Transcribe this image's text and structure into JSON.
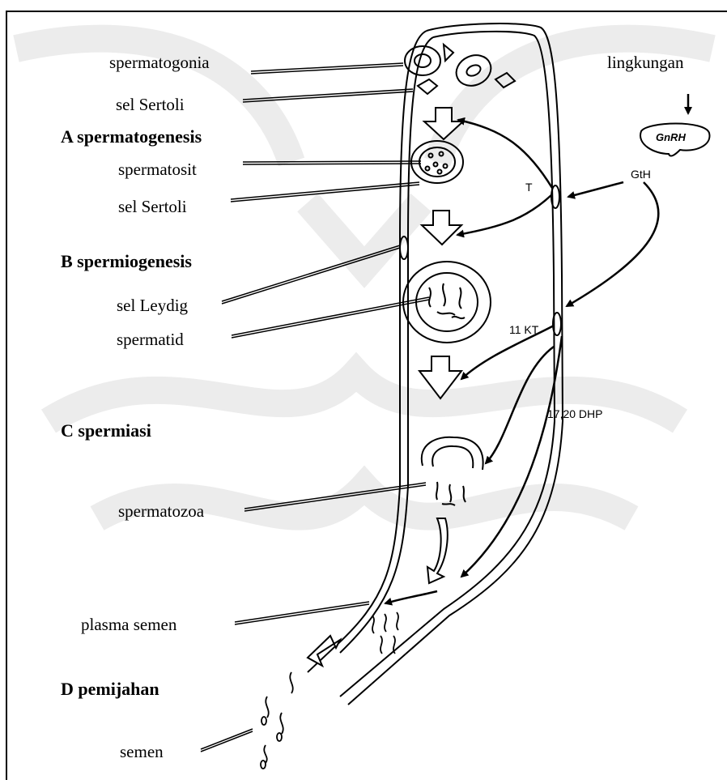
{
  "labels": {
    "spermatogonia": "spermatogonia",
    "sertoli_1": "sel Sertoli",
    "spermatosit": "spermatosit",
    "sertoli_2": "sel Sertoli",
    "leydig": "sel Leydig",
    "spermatid": "spermatid",
    "spermatozoa": "spermatozoa",
    "plasma_semen": "plasma semen",
    "semen": "semen",
    "lingkungan": "lingkungan"
  },
  "stages": {
    "a": "A  spermatogenesis",
    "b": "B  spermiogenesis",
    "c": "C  spermiasi",
    "d": "D  pemijahan"
  },
  "hormones": {
    "gnrh": "GnRH",
    "gth": "GtH",
    "t": "T",
    "kt11": "11 KT",
    "dhp": "17,20 DHP"
  }
}
